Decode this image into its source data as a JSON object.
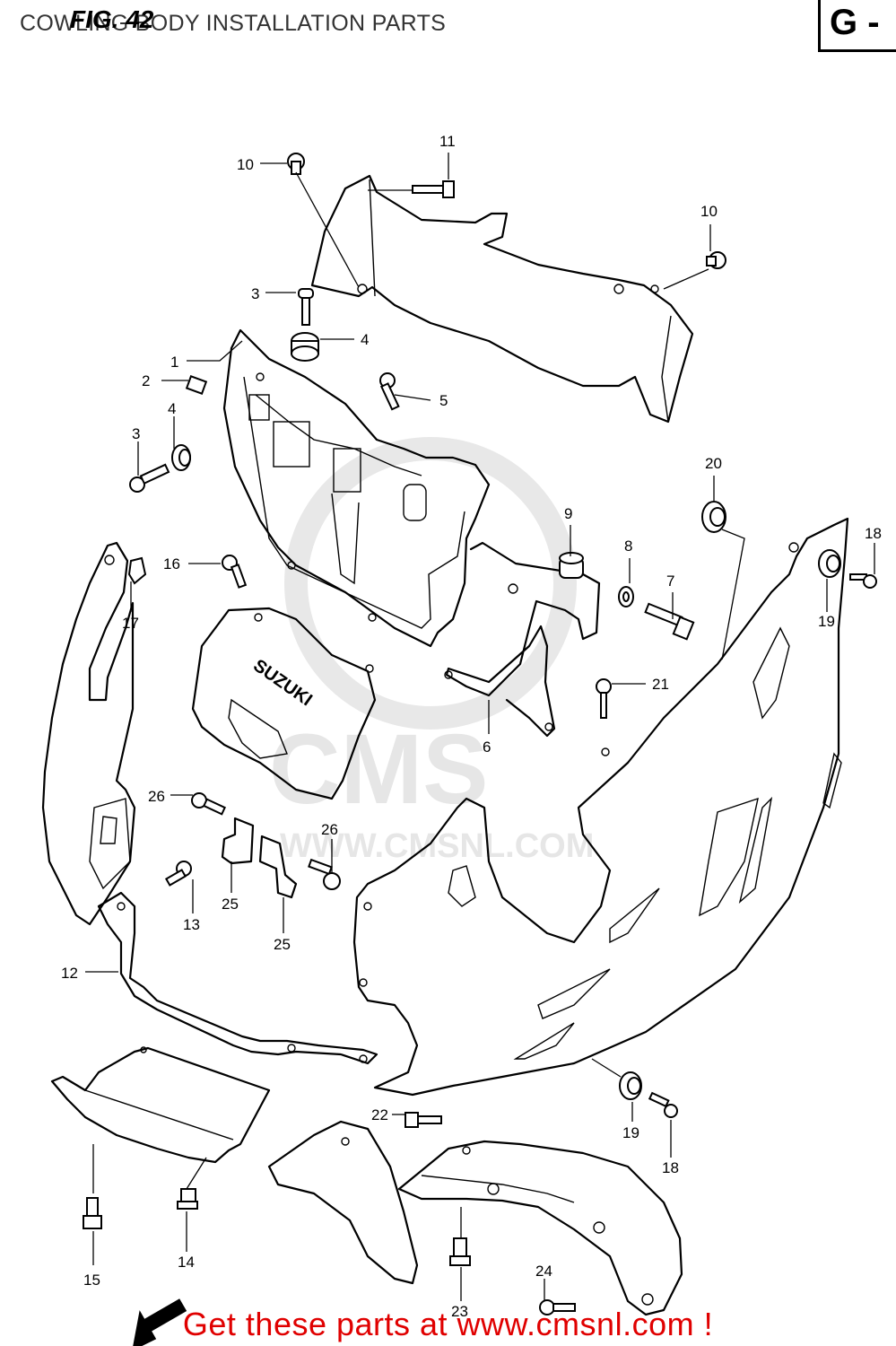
{
  "header": {
    "title": "COWLING BODY INSTALLATION PARTS",
    "figure": "FIG. 42",
    "section": "G -"
  },
  "watermark": {
    "logo": "CMS",
    "url": "WWW.CMSNL.COM"
  },
  "brand_mark": "SUZUKI",
  "callouts": [
    "1",
    "2",
    "3",
    "4",
    "5",
    "6",
    "7",
    "8",
    "9",
    "10",
    "11",
    "12",
    "13",
    "14",
    "15",
    "16",
    "17",
    "18",
    "19",
    "20",
    "21",
    "22",
    "23",
    "24",
    "25",
    "26"
  ],
  "footer": {
    "banner": "Get these parts at www.cmsnl.com !"
  },
  "colors": {
    "banner": "#e00000",
    "line": "#000000",
    "watermark": "#e6e6e6"
  }
}
